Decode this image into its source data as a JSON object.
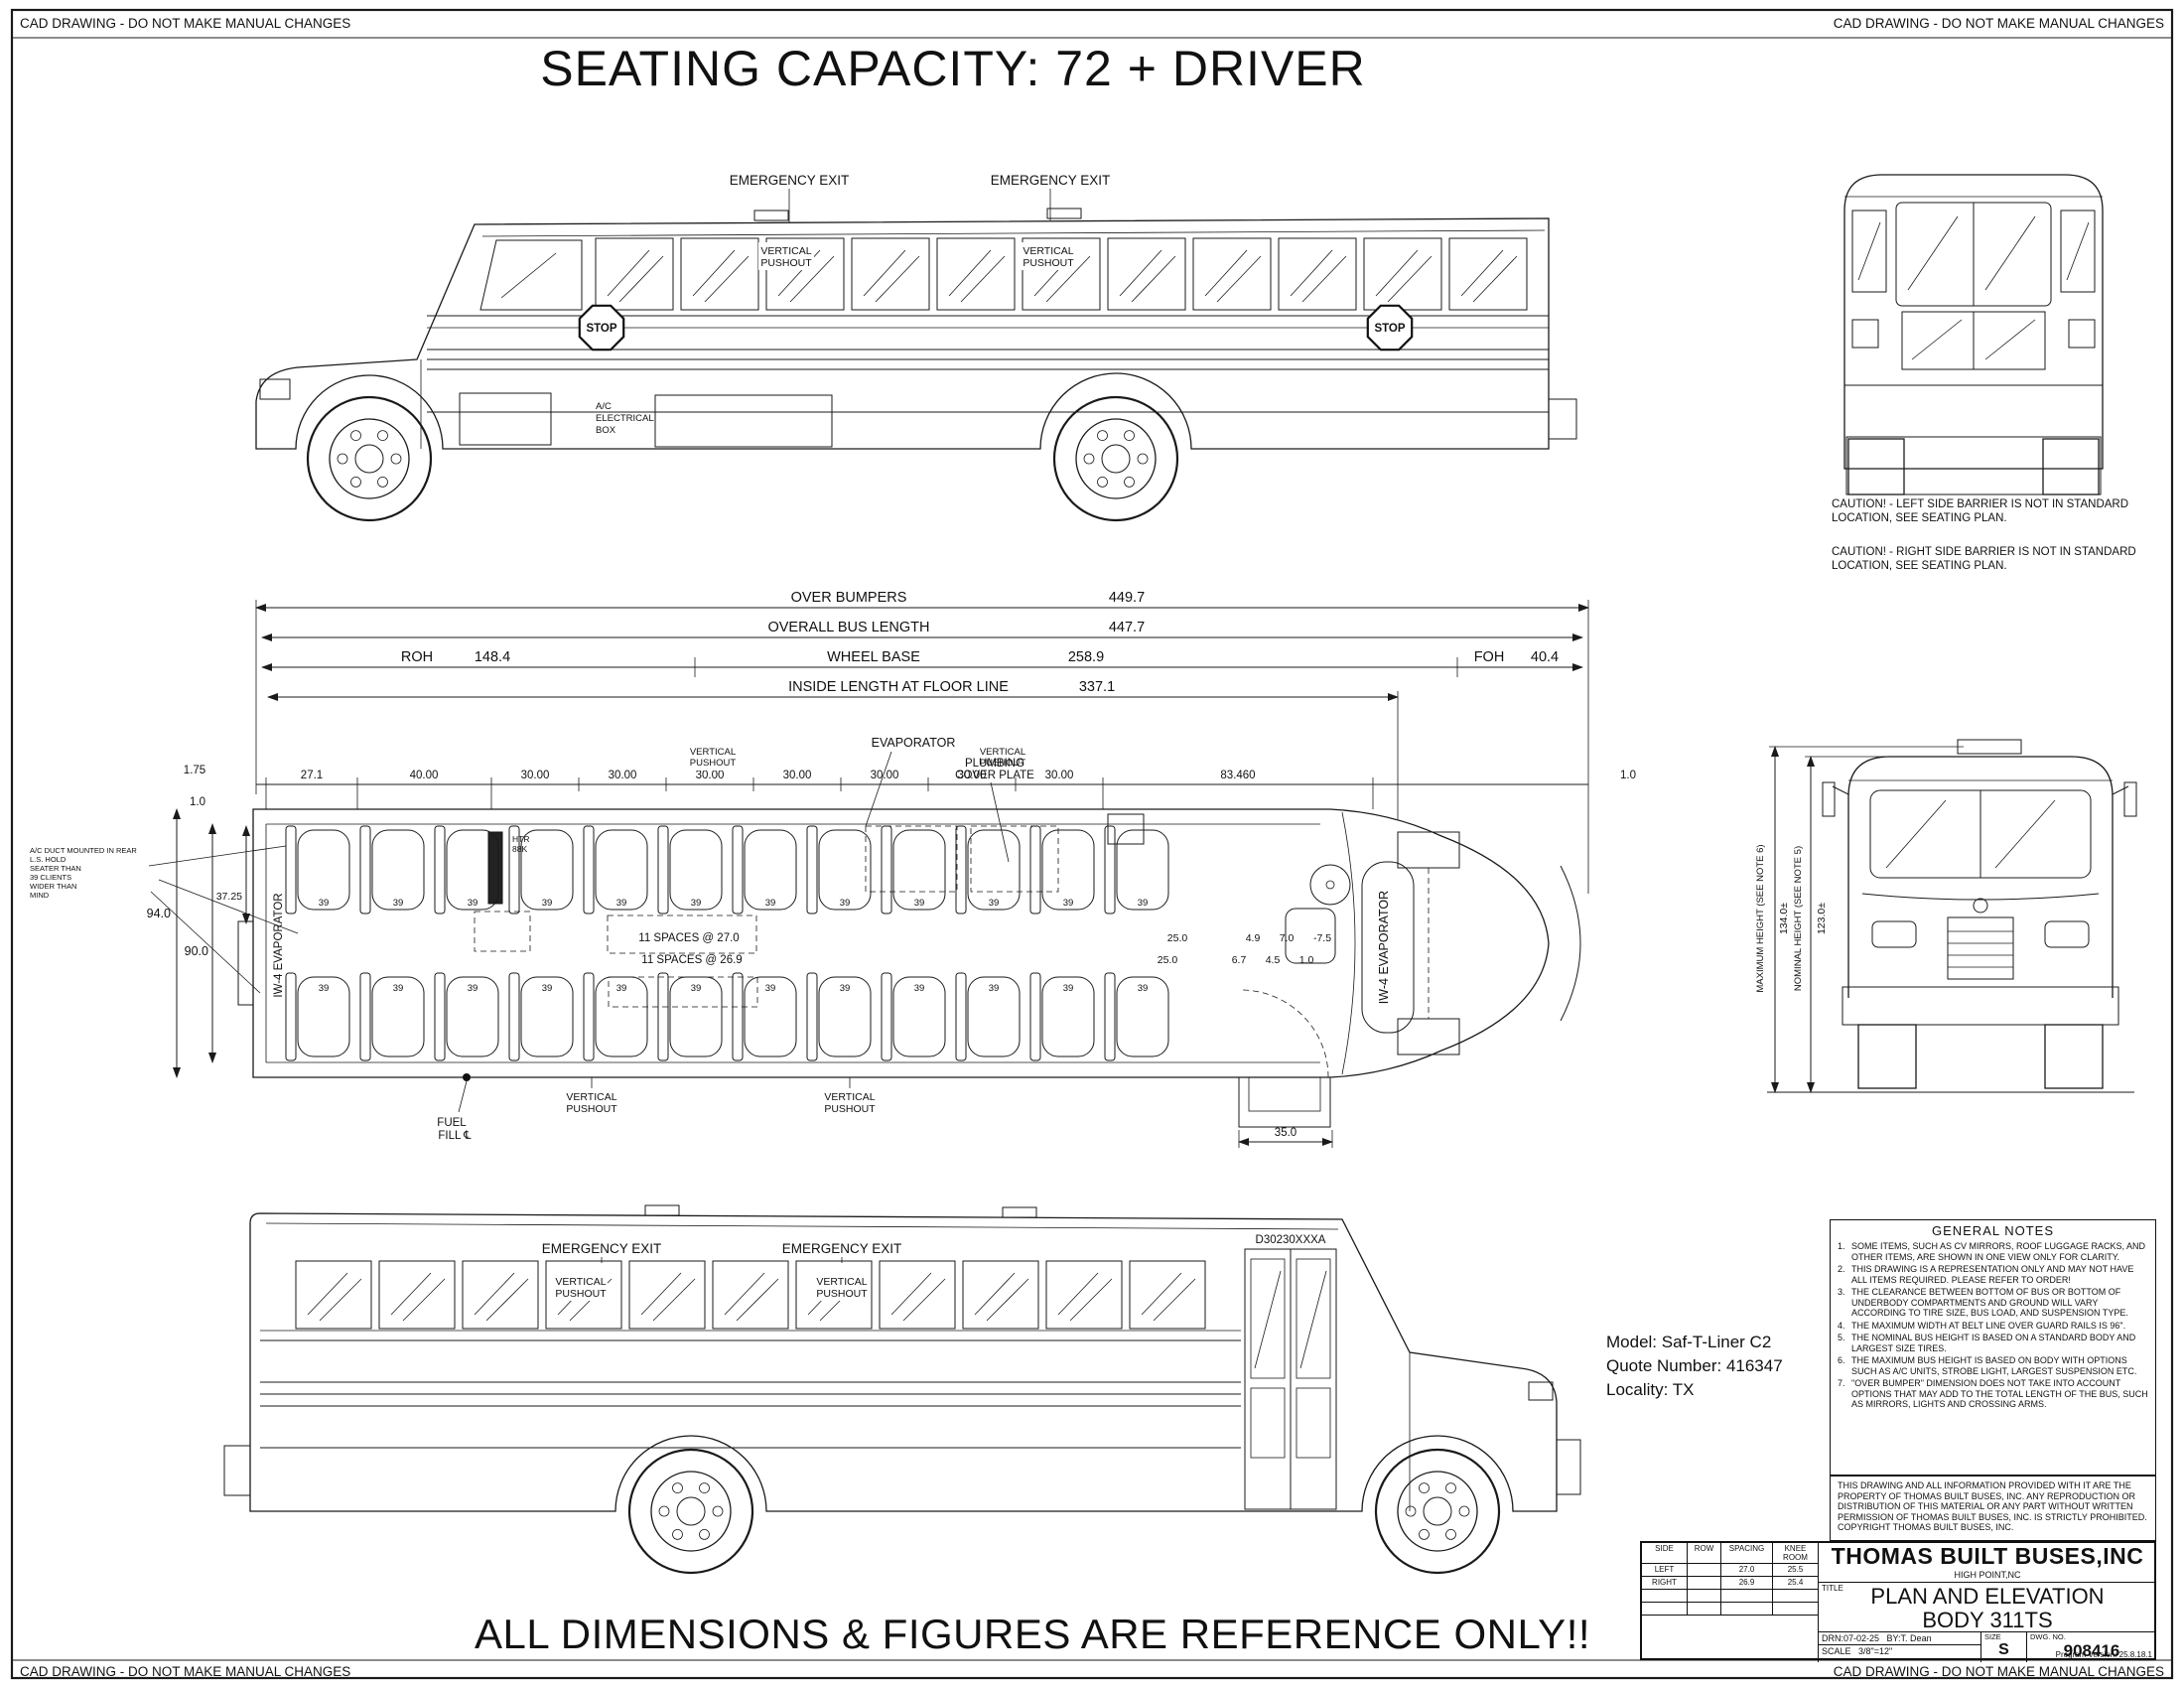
{
  "page": {
    "cad_note": "CAD DRAWING - DO NOT MAKE MANUAL CHANGES",
    "title": "SEATING CAPACITY: 72 + DRIVER",
    "footer": "ALL DIMENSIONS & FIGURES ARE REFERENCE ONLY!!"
  },
  "labels": {
    "emergency_exit": "EMERGENCY EXIT",
    "vertical": "VERTICAL",
    "pushout": "PUSHOUT",
    "stop": "STOP",
    "ac1": "A/C",
    "ac2": "ELECTRICAL",
    "ac3": "BOX",
    "evaporator": "EVAPORATOR",
    "plumbing1": "PLUMBING",
    "plumbing2": "COVER PLATE",
    "iw4": "IW-4 EVAPORATOR",
    "fuel1": "FUEL",
    "fuel2": "FILL ℄",
    "door_code": "D30230XXXA",
    "htr1": "HTR",
    "htr2": "88K"
  },
  "caution": {
    "left": "CAUTION! - LEFT SIDE BARRIER IS NOT IN STANDARD LOCATION, SEE SEATING PLAN.",
    "right": "CAUTION! - RIGHT SIDE BARRIER IS NOT IN STANDARD LOCATION, SEE SEATING PLAN."
  },
  "dims": {
    "over_bumpers": "OVER BUMPERS",
    "over_bumpers_val": "449.7",
    "overall": "OVERALL BUS LENGTH",
    "overall_val": "447.7",
    "roh": "ROH",
    "roh_val": "148.4",
    "wheel_base": "WHEEL BASE",
    "wheel_base_val": "258.9",
    "foh": "FOH",
    "foh_val": "40.4",
    "inside_length": "INSIDE LENGTH AT FLOOR LINE",
    "inside_length_val": "337.1",
    "d_175": "1.75",
    "d_10a": "1.0",
    "d_271": "27.1",
    "d_40": "40.00",
    "d_30": "30.00",
    "d_83": "83.460",
    "d_10b": "1.0",
    "d_94": "94.0",
    "d_90": "90.0",
    "d_3725": "37.25",
    "spaces_top": "11 SPACES @ 27.0",
    "spaces_bottom": "11 SPACES @ 26.9",
    "d_25a": "25.0",
    "d_49": "4.9",
    "d_70": "7.0",
    "d_n75": "-7.5",
    "d_25b": "25.0",
    "d_67": "6.7",
    "d_45": "4.5",
    "d_10c": "1.0",
    "d_35": "35.0",
    "max_height": "MAXIMUM HEIGHT (SEE NOTE 6)",
    "max_height_val": "134.0±",
    "nom_height": "NOMINAL HEIGHT (SEE NOTE 5)",
    "nom_height_val": "123.0±"
  },
  "plan": {
    "seat_label": "39",
    "seat_count_top": 12,
    "seat_count_bottom": 12,
    "left_notes": [
      "A/C DUCT MOUNTED IN REAR",
      "L.S. HOLD",
      "SEATER THAN",
      "39 CLIENTS",
      "WIDER THAN",
      "MIND"
    ]
  },
  "model": {
    "line1": "Model: Saf-T-Liner C2",
    "line2": "Quote Number: 416347",
    "line3": "Locality: TX"
  },
  "notes": {
    "heading": "GENERAL NOTES",
    "items": [
      {
        "num": "1.",
        "text": "SOME ITEMS, SUCH AS CV MIRRORS, ROOF LUGGAGE RACKS, AND OTHER ITEMS, ARE SHOWN IN ONE VIEW ONLY FOR CLARITY."
      },
      {
        "num": "2.",
        "text": "THIS DRAWING IS A REPRESENTATION ONLY AND MAY NOT HAVE ALL ITEMS REQUIRED. PLEASE REFER TO ORDER!"
      },
      {
        "num": "3.",
        "text": "THE CLEARANCE BETWEEN BOTTOM OF BUS OR BOTTOM OF UNDERBODY COMPARTMENTS AND GROUND WILL VARY ACCORDING TO TIRE SIZE, BUS LOAD, AND SUSPENSION TYPE."
      },
      {
        "num": "4.",
        "text": "THE MAXIMUM WIDTH AT BELT LINE OVER GUARD RAILS IS 96\"."
      },
      {
        "num": "5.",
        "text": "THE NOMINAL BUS HEIGHT IS BASED ON A STANDARD BODY AND LARGEST SIZE TIRES."
      },
      {
        "num": "6.",
        "text": "THE MAXIMUM BUS HEIGHT IS BASED ON BODY WITH OPTIONS SUCH AS A/C UNITS, STROBE LIGHT, LARGEST SUSPENSION ETC."
      },
      {
        "num": "7.",
        "text": "\"OVER BUMPER\" DIMENSION DOES NOT TAKE INTO ACCOUNT OPTIONS THAT MAY ADD TO THE TOTAL LENGTH OF THE BUS, SUCH AS MIRRORS, LIGHTS AND CROSSING ARMS."
      }
    ]
  },
  "legal": {
    "copyright": "THIS DRAWING AND ALL INFORMATION PROVIDED WITH IT ARE THE PROPERTY OF THOMAS BUILT BUSES, INC. ANY REPRODUCTION OR DISTRIBUTION OF THIS MATERIAL OR ANY PART WITHOUT WRITTEN PERMISSION OF THOMAS BUILT BUSES, INC. IS STRICTLY PROHIBITED. COPYRIGHT THOMAS BUILT BUSES, INC."
  },
  "titleblock": {
    "company": "THOMAS BUILT BUSES,INC",
    "location": "HIGH POINT,NC",
    "title_label": "TITLE",
    "title1": "PLAN AND ELEVATION",
    "title2": "BODY 311TS",
    "drn": "DRN:07-02-25",
    "by": "BY:T. Dean",
    "scale_label": "SCALE",
    "scale_val": "3/8\"=12\"",
    "size_label": "SIZE",
    "size_val": "S",
    "dwg_label": "DWG. NO.",
    "dwg_no": "908416",
    "program_version": "Program Version: 25.8.18.1",
    "table": {
      "headers": [
        "SIDE",
        "ROW",
        "SPACING",
        "KNEE ROOM"
      ],
      "rows": [
        [
          "LEFT",
          "",
          "27.0",
          "25.5"
        ],
        [
          "RIGHT",
          "",
          "26.9",
          "25.4"
        ]
      ]
    }
  }
}
